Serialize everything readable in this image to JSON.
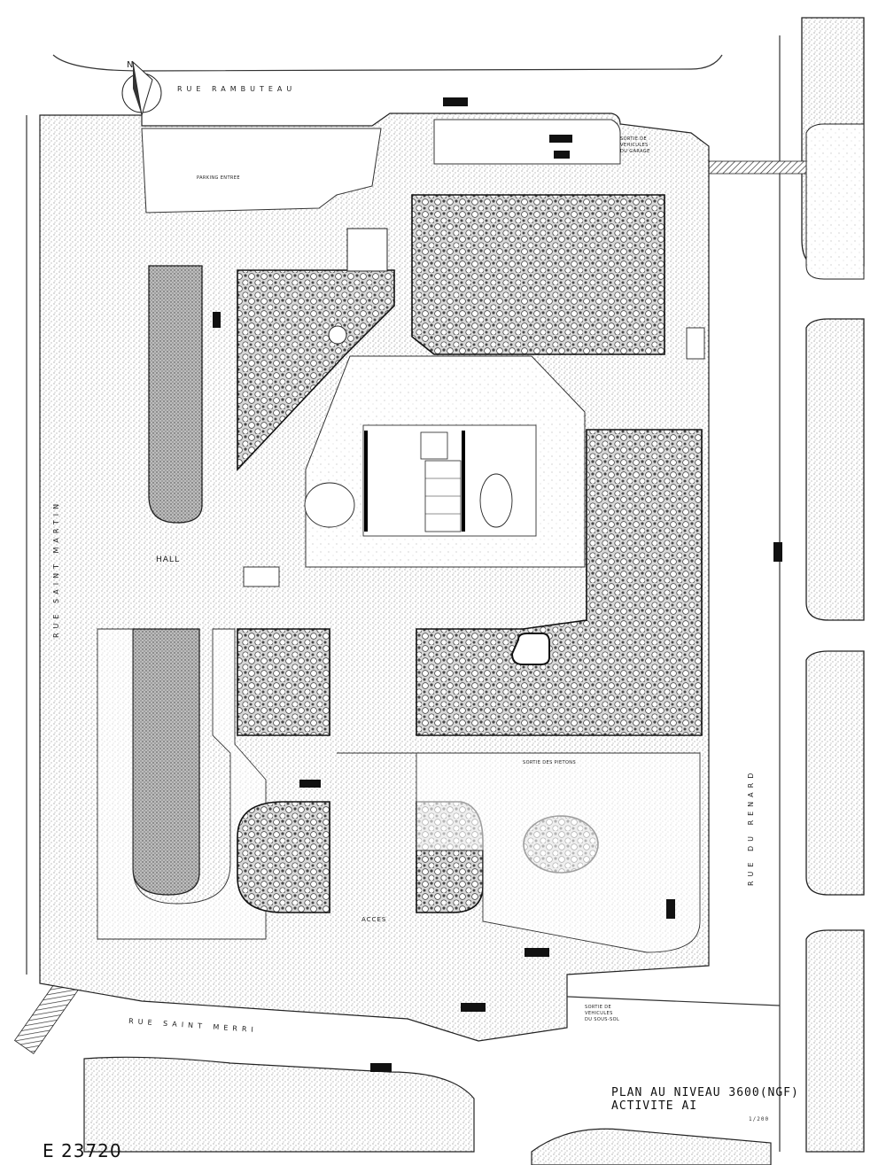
{
  "streets": {
    "rambuteau": "RUE RAMBUTEAU",
    "saint_martin": "RUE SAINT MARTIN",
    "saint_merri": "RUE SAINT MERRI",
    "renard": "RUE DU RENARD"
  },
  "labels": {
    "parking_entree": "PARKING ENTREE",
    "hall": "HALL",
    "sortie_rambuteau_1": "SORTIE DE",
    "sortie_rambuteau_2": "VEHICULES",
    "sortie_rambuteau_3": "DU GARAGE",
    "acces": "ACCES",
    "sortie_pietons": "SORTIE DES PIETONS",
    "sortie_saint_merri_1": "SORTIE DE",
    "sortie_saint_merri_2": "VEHICULES",
    "sortie_saint_merri_3": "DU SOUS-SOL"
  },
  "title": {
    "line1": "PLAN AU NIVEAU 3600(NGF)",
    "line2": "ACTIVITE AI",
    "scale": "1/200"
  },
  "reference": "E 23720",
  "colors": {
    "ink": "#111111",
    "paper": "#ffffff"
  }
}
